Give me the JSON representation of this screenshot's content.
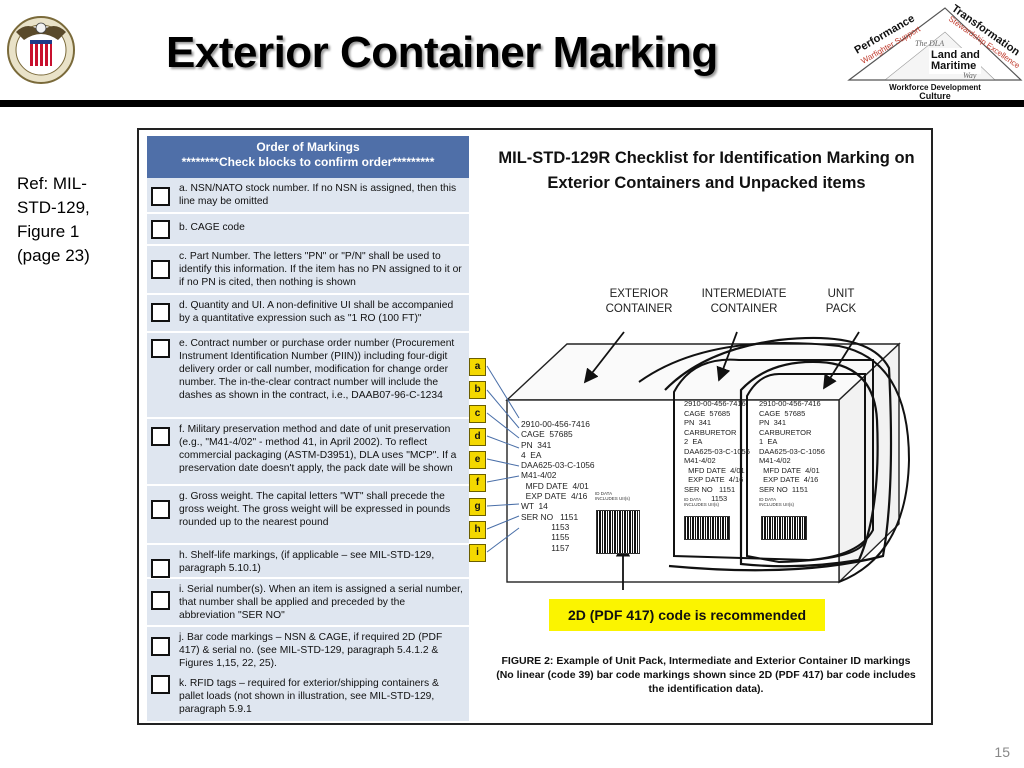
{
  "header": {
    "title": "Exterior Container Marking",
    "seal_text": "LOGISTICS AGENCY",
    "seal_text_left": "DEFENSE",
    "logo": {
      "performance": "Performance",
      "warfighter": "Warfighter Support",
      "transformation": "Transformation",
      "stewardship": "Stewardship Excellence",
      "the": "The DLA",
      "land_and": "Land and",
      "maritime": "Maritime",
      "way": "Way",
      "workforce": "Workforce Development",
      "culture": "Culture"
    }
  },
  "ref": "Ref: MIL-STD-129, Figure 1 (page 23)",
  "page_number": "15",
  "checklist": {
    "heading_line1": "Order of Markings",
    "heading_line2": "********Check  blocks to confirm order*********",
    "items": [
      "a.  NSN/NATO stock number.  If no NSN is assigned, then this line may be omitted",
      "b. CAGE code",
      "c. Part Number. The letters \"PN\" or \"P/N\" shall be used to identify this information.  If the item has no PN assigned to it or if no PN  is cited, then nothing is shown",
      "d. Quantity and UI. A non-definitive UI shall be accompanied by a quantitative expression such as \"1 RO (100 FT)\"",
      "e. Contract number or purchase order number (Procurement Instrument Identification Number (PIIN)) including four-digit delivery order or call number, modification for change order number. The in-the-clear contract number will include the dashes as shown in the contract, i.e., DAAB07-96-C-1234",
      "f. Military preservation method and date of unit preservation (e.g., \"M41-4/02\" - method 41, in April 2002).  To reflect commercial packaging (ASTM-D3951), DLA uses \"MCP\". If a preservation date doesn't apply, the  pack date will be shown",
      "g.  Gross weight. The capital letters \"WT\" shall precede the gross weight.  The gross weight will be expressed in pounds rounded up to the nearest pound",
      "h. Shelf-life markings, (if applicable – see MIL-STD-129, paragraph 5.10.1)",
      "i. Serial number(s). When an item is assigned a serial number, that number shall be applied and preceded by the abbreviation \"SER NO\"",
      "j. Bar code markings – NSN & CAGE, if required 2D (PDF 417) & serial  no. (see MIL-STD-129, paragraph 5.4.1.2 & Figures 1,15, 22, 25).",
      "k. RFID tags – required for exterior/shipping containers & pallet loads (not shown in illustration, see MIL-STD-129, paragraph 5.9.1"
    ]
  },
  "figure": {
    "title": "MIL-STD-129R Checklist for Identification Marking on Exterior Containers and Unpacked  items",
    "labels": {
      "exterior": "EXTERIOR\nCONTAINER",
      "intermediate": "INTERMEDIATE\nCONTAINER",
      "unit": "UNIT\nPACK"
    },
    "letters": [
      "a",
      "b",
      "c",
      "d",
      "e",
      "f",
      "g",
      "h",
      "i"
    ],
    "exterior_marking": "2910-00-456-7416\nCAGE  57685\nPN  341\n4  EA\nDAA625-03-C-1056\nM41-4/02\n  MFD DATE  4/01\n  EXP DATE  4/16\nWT  14\nSER NO   1151\n             1153\n             1155\n             1157",
    "intermediate_marking": "2910-00-456-7416\nCAGE  57685\nPN  341\nCARBURETOR\n2  EA\nDAA625-03-C-1056\nM41-4/02\n  MFD DATE  4/01\n  EXP DATE  4/16\nSER NO   1151\n             1153",
    "unit_marking": "2910-00-456-7416\nCAGE  57685\nPN  341\nCARBURETOR\n1  EA\nDAA625-03-C-1056\nM41-4/02\n  MFD DATE  4/01\n  EXP DATE  4/16\nSER NO  1151",
    "id_data": "ID DATA\nINCLUDES UII(s)",
    "recommendation": "2D (PDF 417) code is recommended",
    "caption": "FIGURE 2: Example of Unit Pack, Intermediate and Exterior Container ID markings (No linear (code 39) bar code markings shown since 2D (PDF 417) bar code includes the identification data)."
  }
}
